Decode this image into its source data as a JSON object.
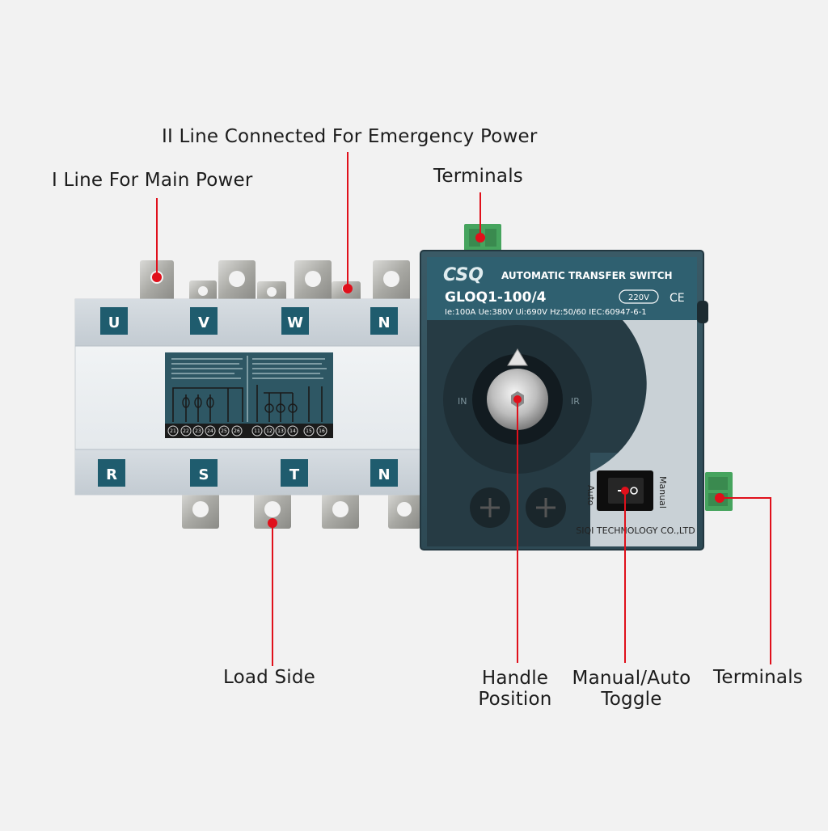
{
  "callouts": {
    "main_power": "I Line For Main Power",
    "emergency_power": "II Line Connected For Emergency Power",
    "terminals_top": "Terminals",
    "load_side": "Load Side",
    "handle_position": [
      "Handle",
      "Position"
    ],
    "manual_auto_toggle": [
      "Manual/Auto",
      "Toggle"
    ],
    "terminals_right": "Terminals"
  },
  "device": {
    "brand": "CSQ",
    "product_name": "AUTOMATIC TRANSFER SWITCH",
    "model": "GLOQ1-100/4",
    "voltage_badge": "220V",
    "ce_mark": "CE",
    "specs": "Ie:100A  Ue:380V  Ui:690V  Hz:50/60  IEC:60947-6-1",
    "handle_mark_left": "IN",
    "handle_mark_right": "IR",
    "switch_left_label": "Auto",
    "switch_right_label": "Manual",
    "manufacturer": "SIQI TECHNOLOGY CO.,LTD",
    "top_phases": [
      "U",
      "V",
      "W",
      "N"
    ],
    "bottom_phases": [
      "R",
      "S",
      "T",
      "N"
    ],
    "wiring_terminal_numbers": [
      "21",
      "22",
      "23",
      "24",
      "25",
      "26",
      "11",
      "12",
      "13",
      "14",
      "15",
      "16"
    ]
  },
  "colors": {
    "callout_line": "#e0101b",
    "callout_dot": "#e0101b",
    "controller_body": "#2f4a55",
    "controller_face": "#263c46",
    "phase_badge": "#1f5c6e",
    "terminal_green": "#46a45e",
    "housing": "#e9edf0",
    "housing_band": "#cfd6dc"
  }
}
